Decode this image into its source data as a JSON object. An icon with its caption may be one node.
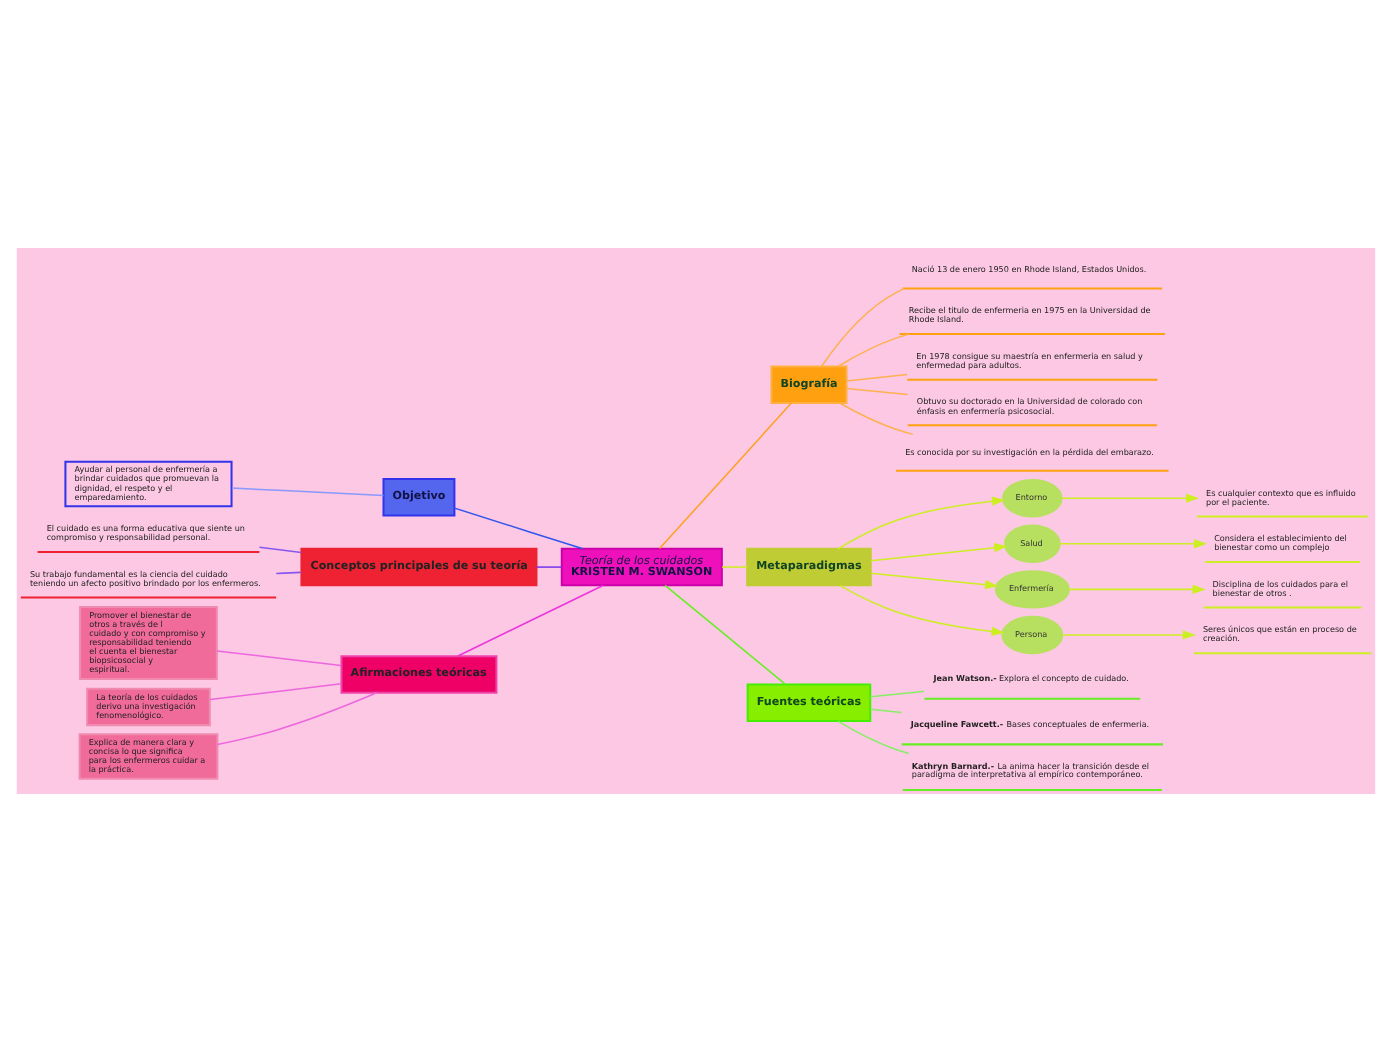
{
  "diagram": {
    "nodes": [
      {
        "text": [
          "Teoría de los cuidados",
          "KRISTEN M. SWANSON"
        ]
      },
      {
        "text": [
          "Objetivo"
        ]
      },
      {
        "text": [
          "Ayudar al personal de enfermería a brindar cuidados que promuevan la dignidad, el respeto y el emparedamiento."
        ]
      },
      {
        "text": [
          "Conceptos principales de su teoría"
        ]
      },
      {
        "text": [
          "El cuidado es una forma educativa que siente un compromiso y responsabilidad personal."
        ]
      },
      {
        "text": [
          "Su trabajo fundamental es la ciencia del cuidado teniendo un afecto positivo brindado por los enfermeros."
        ]
      },
      {
        "text": [
          "Afirmaciones teóricas"
        ]
      },
      {
        "text": [
          "Promover el bienestar de otros a través de l cuidado y con compromiso y responsabilidad teniendo el cuenta el bienestar biopsicosocial y espiritual."
        ]
      },
      {
        "text": [
          "La teoría de los cuidados derivo una investigación fenomenológico."
        ]
      },
      {
        "text": [
          "Explica de manera clara y concisa lo que significa para los enfermeros cuidar a la práctica."
        ]
      },
      {
        "text": [
          "Biografía"
        ]
      },
      {
        "text": [
          "Nació 13 de enero 1950 en Rhode Island, Estados Unidos."
        ]
      },
      {
        "text": [
          "Recibe el titulo de enfermeria en 1975 en la Universidad de Rhode Island."
        ]
      },
      {
        "text": [
          "En 1978 consigue su maestría en enfermeria en salud y enfermedad para adultos."
        ]
      },
      {
        "text": [
          "Obtuvo su doctorado en la Universidad de colorado con énfasis en enfermería psicosocial."
        ]
      },
      {
        "text": [
          "Es conocida por su investigación en la pérdida del embarazo."
        ]
      },
      {
        "text": [
          "Metaparadigmas"
        ]
      },
      {
        "text": [
          "Entorno"
        ]
      },
      {
        "text": [
          "Es cualquier contexto que es influido por el paciente."
        ]
      },
      {
        "text": [
          "Salud"
        ]
      },
      {
        "text": [
          "Considera el establecimiento del bienestar como un complejo"
        ]
      },
      {
        "text": [
          "Enfermería"
        ]
      },
      {
        "text": [
          "Disciplina de los cuidados para el bienestar de otros ."
        ]
      },
      {
        "text": [
          "Persona"
        ]
      },
      {
        "text": [
          "Seres únicos que están en proceso de creación."
        ]
      },
      {
        "text": [
          "Fuentes teóricas"
        ]
      },
      {
        "text": [
          "**Jean Watson.-** Explora el concepto de cuidado."
        ]
      },
      {
        "text": [
          "**Jacqueline Fawcett.-** Bases conceptuales de enfermeria."
        ]
      },
      {
        "text": [
          "**Kathryn Barnard.-** La anima hacer la transición desde el paradigma de interpretativa al empírico contemporáneo."
        ]
      }
    ],
    "edges": [
      {
        "from": 0,
        "to": 1,
        "arrow": "none",
        "color": "#3355ee"
      },
      {
        "from": 1,
        "to": 2,
        "arrow": "none",
        "color": "#8899ff"
      },
      {
        "from": 0,
        "to": 3,
        "arrow": "none",
        "color": "#7733ee"
      },
      {
        "from": 3,
        "to": 4,
        "arrow": "none",
        "color": "#8855ee"
      },
      {
        "from": 3,
        "to": 5,
        "arrow": "none",
        "color": "#8855ee"
      },
      {
        "from": 0,
        "to": 6,
        "arrow": "none",
        "color": "#ee33dd"
      },
      {
        "from": 6,
        "to": 7,
        "arrow": "none",
        "color": "#ee66dd"
      },
      {
        "from": 6,
        "to": 8,
        "arrow": "none",
        "color": "#ee66dd"
      },
      {
        "from": 6,
        "to": 9,
        "arrow": "none",
        "color": "#ee66dd"
      },
      {
        "from": 0,
        "to": 10,
        "arrow": "none",
        "color": "#ffa020"
      },
      {
        "from": 10,
        "to": 11,
        "arrow": "none",
        "color": "#ffb050"
      },
      {
        "from": 10,
        "to": 12,
        "arrow": "none",
        "color": "#ffb050"
      },
      {
        "from": 10,
        "to": 13,
        "arrow": "none",
        "color": "#ffb050"
      },
      {
        "from": 10,
        "to": 14,
        "arrow": "none",
        "color": "#ffb050"
      },
      {
        "from": 10,
        "to": 15,
        "arrow": "none",
        "color": "#ffb050"
      },
      {
        "from": 0,
        "to": 16,
        "arrow": "none",
        "color": "#ccee22"
      },
      {
        "from": 16,
        "to": 17,
        "arrow": "to",
        "color": "#ccee22"
      },
      {
        "from": 17,
        "to": 18,
        "arrow": "to",
        "color": "#ccee22"
      },
      {
        "from": 16,
        "to": 19,
        "arrow": "to",
        "color": "#ccee22"
      },
      {
        "from": 19,
        "to": 20,
        "arrow": "to",
        "color": "#ccee22"
      },
      {
        "from": 16,
        "to": 21,
        "arrow": "to",
        "color": "#ccee22"
      },
      {
        "from": 21,
        "to": 22,
        "arrow": "to",
        "color": "#ccee22"
      },
      {
        "from": 16,
        "to": 23,
        "arrow": "to",
        "color": "#ccee22"
      },
      {
        "from": 23,
        "to": 24,
        "arrow": "to",
        "color": "#ccee22"
      },
      {
        "from": 0,
        "to": 25,
        "arrow": "none",
        "color": "#66ee22"
      },
      {
        "from": 25,
        "to": 26,
        "arrow": "none",
        "color": "#88ee66"
      },
      {
        "from": 25,
        "to": 27,
        "arrow": "none",
        "color": "#88ee66"
      },
      {
        "from": 25,
        "to": 28,
        "arrow": "none",
        "color": "#88ee66"
      }
    ]
  }
}
